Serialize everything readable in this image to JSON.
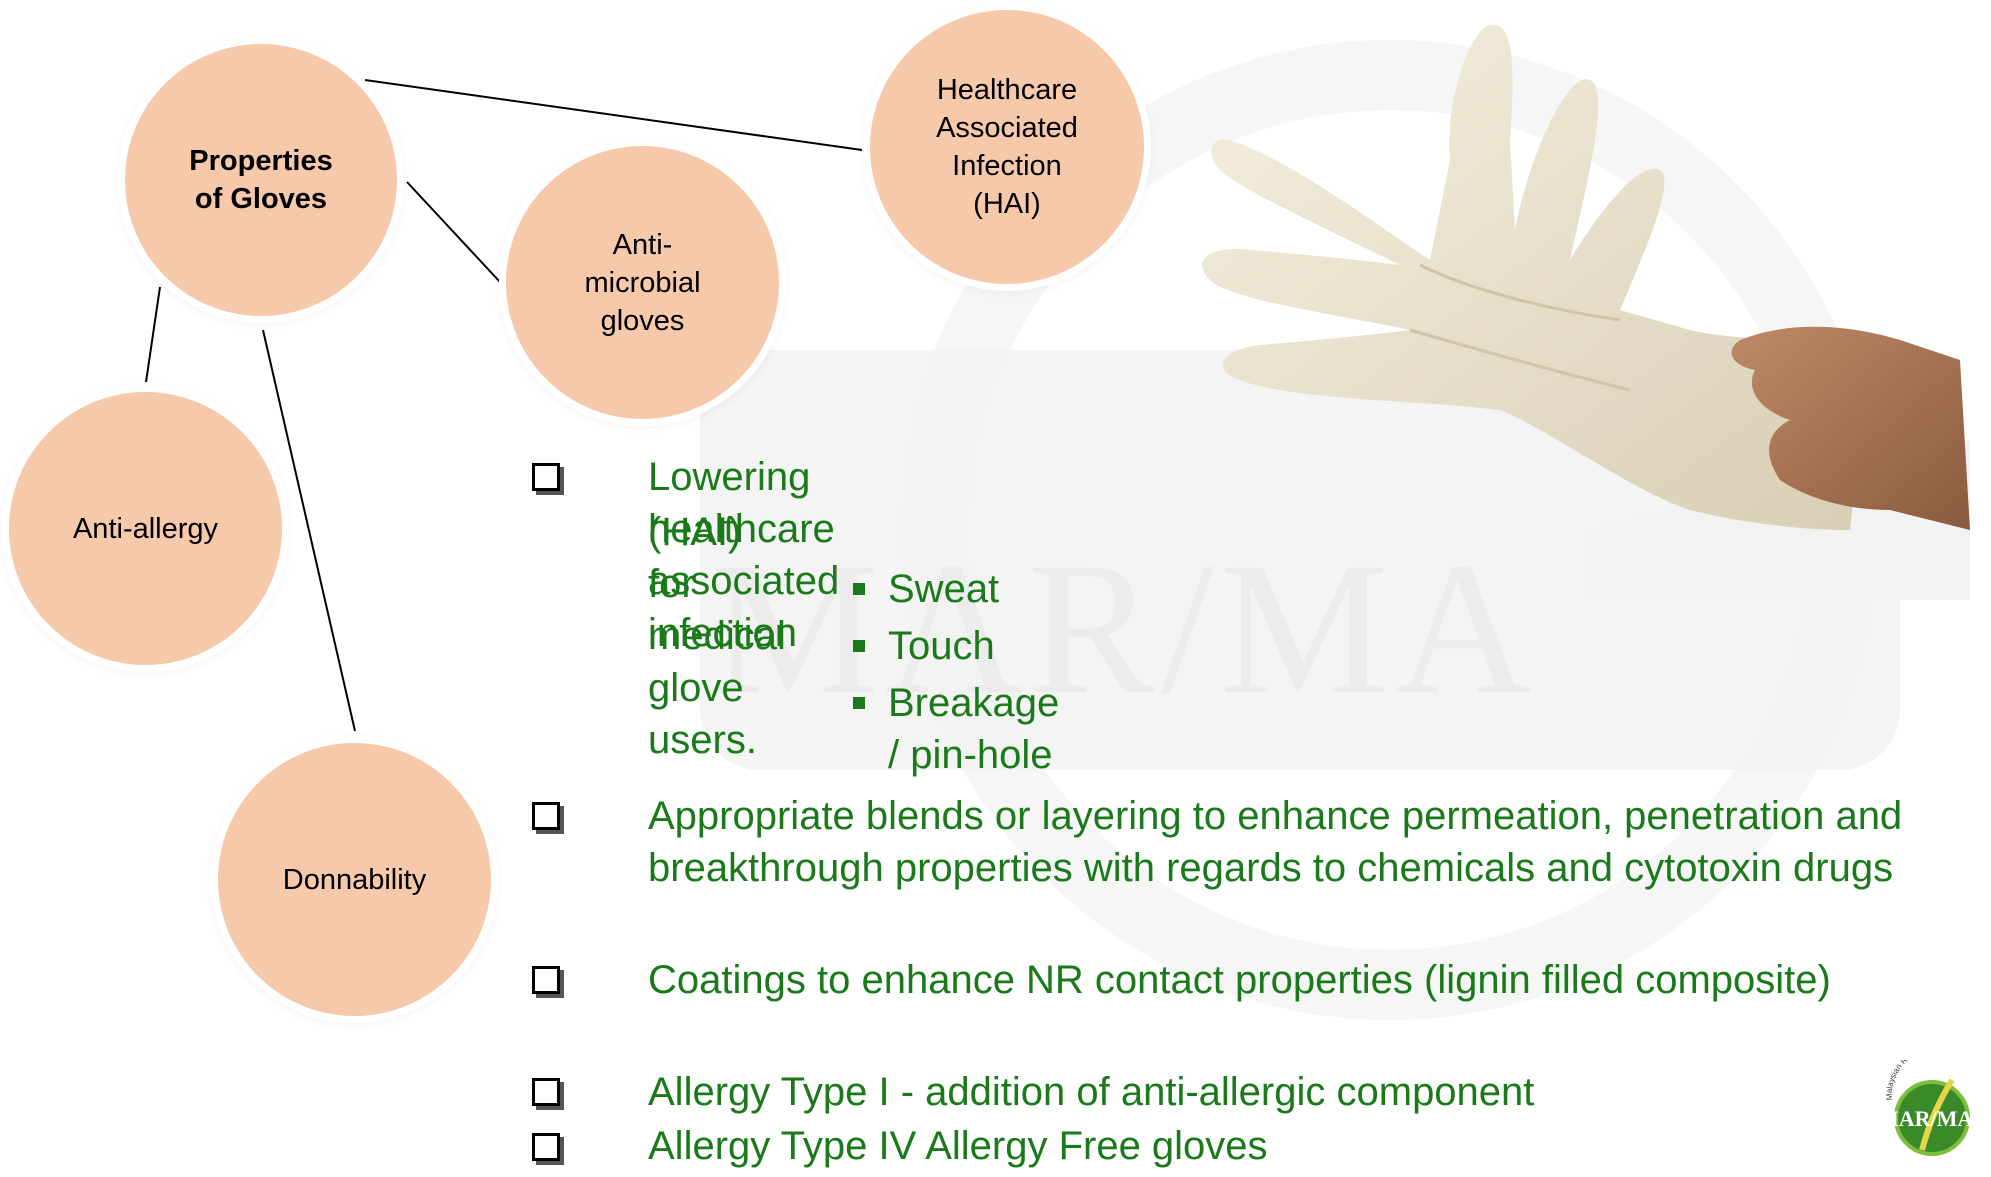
{
  "diagram": {
    "nodes": {
      "properties": "Properties of Gloves",
      "hai": "Healthcare Associated Infection (HAI)",
      "antimicrobial": "Anti- microbial gloves",
      "antiallergy": "Anti-allergy",
      "donnability": "Donnability"
    },
    "lines": {
      "properties_l1": "Properties",
      "properties_l2": "of Gloves",
      "hai_l1": "Healthcare",
      "hai_l2": "Associated",
      "hai_l3": "Infection",
      "hai_l4": "(HAI)",
      "anti_l1": "Anti-",
      "anti_l2": "microbial",
      "anti_l3": "gloves"
    }
  },
  "bullets": [
    {
      "line1": "Lowering healthcare associated infection",
      "line2": "(HAI) for medical glove users."
    },
    {
      "line1": "Appropriate blends or layering to enhance permeation, penetration and",
      "line2": "breakthrough properties with regards to chemicals and cytotoxin drugs"
    },
    {
      "line1": "Coatings to enhance NR contact properties (lignin filled composite)"
    },
    {
      "line1": "Allergy Type I - addition of anti-allergic component"
    },
    {
      "line1": "Allergy Type IV Allergy Free gloves"
    }
  ],
  "sub_bullets": [
    "Sweat",
    "Touch",
    "Breakage / pin-hole"
  ],
  "watermark": {
    "text": "MAR/MA"
  },
  "logo": {
    "text": "MAR/MA",
    "ring_text": "Malaysian Rubber Glove"
  },
  "colors": {
    "accent_green": "#1a7a1a",
    "circle_fill": "#f6c9aa"
  }
}
